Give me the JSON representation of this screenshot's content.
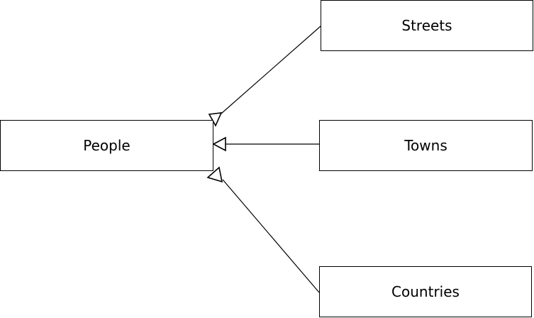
{
  "diagram": {
    "type": "uml-class-inheritance",
    "nodes": [
      {
        "id": "people",
        "label": "People"
      },
      {
        "id": "streets",
        "label": "Streets"
      },
      {
        "id": "towns",
        "label": "Towns"
      },
      {
        "id": "countries",
        "label": "Countries"
      }
    ],
    "edges": [
      {
        "from": "streets",
        "to": "people",
        "arrowhead": "hollow-triangle"
      },
      {
        "from": "towns",
        "to": "people",
        "arrowhead": "hollow-triangle"
      },
      {
        "from": "countries",
        "to": "people",
        "arrowhead": "hollow-triangle"
      }
    ],
    "colors": {
      "stroke": "#000000",
      "fill": "#ffffff",
      "text": "#000000"
    }
  }
}
